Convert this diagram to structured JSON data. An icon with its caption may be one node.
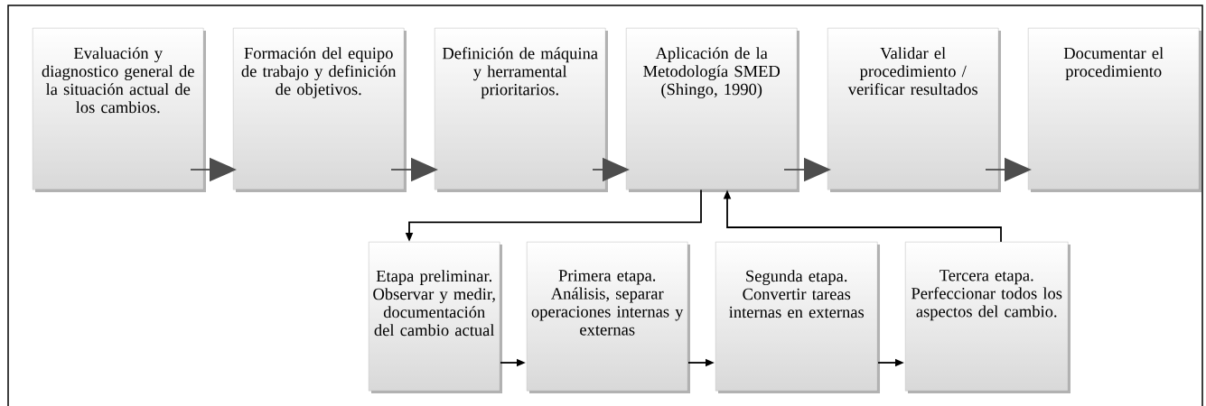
{
  "diagram": {
    "nodes": [
      {
        "text": [
          "Evaluación y diagnostico general de la situación actual de los cambios."
        ]
      },
      {
        "text": [
          "Formación del equipo de trabajo  y definición de objetivos."
        ]
      },
      {
        "text": [
          "Definición de máquina y herramental prioritarios."
        ]
      },
      {
        "text": [
          "Aplicación de la Metodología SMED (Shingo, 1990)"
        ]
      },
      {
        "text": [
          "Validar el procedimiento / verificar resultados"
        ]
      },
      {
        "text": [
          "Documentar el procedimiento"
        ]
      },
      {
        "text": [
          "Etapa preliminar. Observar y medir, documentación del cambio actual"
        ]
      },
      {
        "text": [
          "Primera etapa. Análisis, separar operaciones internas y externas"
        ]
      },
      {
        "text": [
          "Segunda etapa. Convertir tareas internas en externas"
        ]
      },
      {
        "text": [
          "Tercera etapa. Perfeccionar todos los aspectos del cambio."
        ]
      }
    ],
    "edges": [
      {
        "from": 0,
        "to": 1,
        "arrow": "to",
        "color": "#4d4d4d"
      },
      {
        "from": 1,
        "to": 2,
        "arrow": "to",
        "color": "#4d4d4d"
      },
      {
        "from": 2,
        "to": 3,
        "arrow": "to",
        "color": "#4d4d4d"
      },
      {
        "from": 3,
        "to": 4,
        "arrow": "to",
        "color": "#4d4d4d"
      },
      {
        "from": 4,
        "to": 5,
        "arrow": "to",
        "color": "#4d4d4d"
      },
      {
        "from": 3,
        "to": 6,
        "arrow": "to"
      },
      {
        "from": 6,
        "to": 7,
        "arrow": "to"
      },
      {
        "from": 7,
        "to": 8,
        "arrow": "to"
      },
      {
        "from": 8,
        "to": 9,
        "arrow": "to"
      },
      {
        "from": 9,
        "to": 3,
        "arrow": "to"
      }
    ]
  }
}
